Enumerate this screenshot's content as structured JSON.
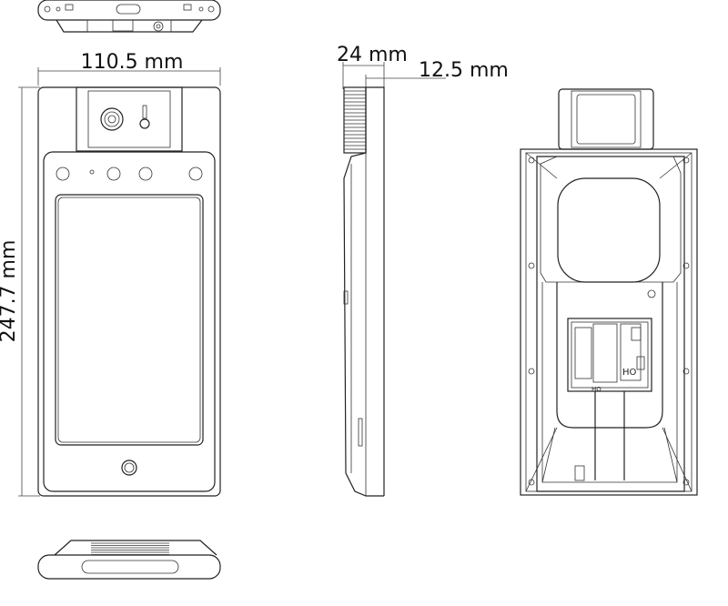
{
  "dimensions": {
    "width": "110.5 mm",
    "height": "247.7 mm",
    "depth_total": "24 mm",
    "depth_body": "12.5 mm"
  }
}
